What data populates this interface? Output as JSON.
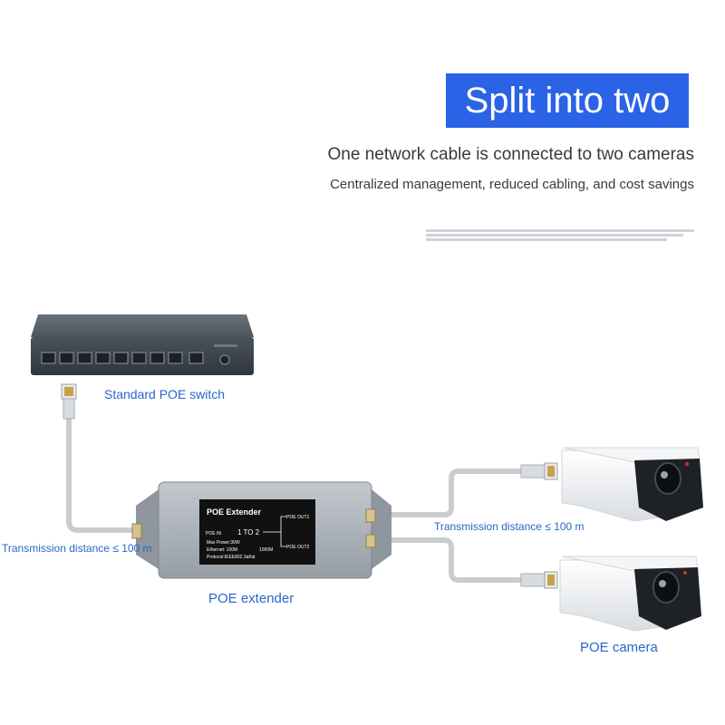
{
  "header": {
    "title": "Split into two",
    "subtitle": "One network cable is connected to two cameras",
    "tagline": "Centralized management, reduced cabling, and cost savings"
  },
  "labels": {
    "switch": "Standard POE switch",
    "extender": "POE extender",
    "camera": "POE camera",
    "distance_left": "Transmission distance ≤ 100 m",
    "distance_right": "Transmission distance ≤ 100 m"
  },
  "extender_panel": {
    "title": "POE Extender",
    "mode": "1 TO 2",
    "poe_in": "POE IN",
    "poe_out1": "POE OUT1",
    "poe_out2": "POE OUT2",
    "max_power": "Max Power:30W",
    "ethernet": "Ethernet: 100M",
    "ethernet_alt": "1000M",
    "protocol": "Protocol:IEEE802.3af/at"
  },
  "colors": {
    "accent": "#2b63e6",
    "label_blue": "#2a66c9",
    "cable": "#c9cdd1",
    "switch_body": "#3f4750",
    "extender_body": "#a9b0b7"
  }
}
